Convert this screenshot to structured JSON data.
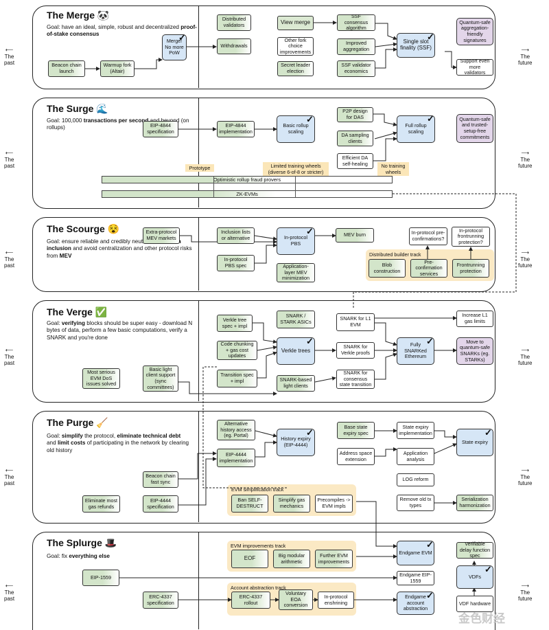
{
  "side_labels": {
    "past": "The\npast",
    "future": "The\nfuture"
  },
  "sections": [
    {
      "id": "merge",
      "title": "The Merge",
      "emoji": "🐼",
      "goal_parts": [
        {
          "t": "Goal: have an ideal, simple, robust and decentralized "
        },
        {
          "t": "proof-of-stake consensus",
          "b": true
        }
      ]
    },
    {
      "id": "surge",
      "title": "The Surge",
      "emoji": "🌊",
      "goal_parts": [
        {
          "t": "Goal: 100,000 "
        },
        {
          "t": "transactions per second",
          "b": true
        },
        {
          "t": " and beyond (on rollups)"
        }
      ]
    },
    {
      "id": "scourge",
      "title": "The Scourge",
      "emoji": "😵",
      "goal_parts": [
        {
          "t": "Goal: ensure reliable and credibly neutral "
        },
        {
          "t": "transaction inclusion",
          "b": true
        },
        {
          "t": " and avoid centralization and other protocol risks from "
        },
        {
          "t": "MEV",
          "b": true
        }
      ]
    },
    {
      "id": "verge",
      "title": "The Verge",
      "emoji": "✅",
      "goal_parts": [
        {
          "t": "Goal: "
        },
        {
          "t": "verifying",
          "b": true
        },
        {
          "t": " blocks should be super easy - download N bytes of data, perform a few basic computations, verify a SNARK and you're done"
        }
      ]
    },
    {
      "id": "purge",
      "title": "The Purge",
      "emoji": "🧹",
      "goal_parts": [
        {
          "t": "Goal: "
        },
        {
          "t": "simplify",
          "b": true
        },
        {
          "t": " the protocol, "
        },
        {
          "t": "eliminate technical debt",
          "b": true
        },
        {
          "t": " and "
        },
        {
          "t": "limit costs",
          "b": true
        },
        {
          "t": " of participating in the network by clearing old history"
        }
      ]
    },
    {
      "id": "splurge",
      "title": "The Splurge",
      "emoji": "🎩",
      "goal_parts": [
        {
          "t": "Goal: fix "
        },
        {
          "t": "everything else",
          "b": true
        }
      ]
    }
  ],
  "nodes": {
    "merge_beacon": "Beacon chain launch",
    "merge_warmup": "Warmup fork (Altair)",
    "merge_merge": "Merge!\nNo more\nPoW",
    "merge_distval": "Distributed validators",
    "merge_withdrawals": "Withdrawals",
    "merge_viewmerge": "View merge",
    "merge_otherfork": "Other fork choice improvements",
    "merge_secretleader": "Secret leader election",
    "merge_ssfcons": "SSF consensus algorithm",
    "merge_improvedagg": "Improved aggregation",
    "merge_ssfecon": "SSF validator economics",
    "merge_ssf": "Single slot finality (SSF)",
    "merge_qsagg": "Quantum-safe aggregation-friendly signatures",
    "merge_moreval": "Support even more validators",
    "surge_eip4844spec": "EIP-4844 specification",
    "surge_eip4844impl": "EIP-4844 implementation",
    "surge_basic": "Basic rollup scaling",
    "surge_p2p": "P2P design for DAS",
    "surge_dasclients": "DA sampling clients",
    "surge_effda": "Efficient DA self-healing",
    "surge_full": "Full rollup scaling",
    "surge_qstrusted": "Quantum-safe and trusted-setup-free commitments",
    "surge_prototype": "Prototype",
    "surge_limited": "Limited training wheels\n(diverse 6-of-8 or stricter)",
    "surge_notraining": "No training\nwheels",
    "surge_fraud": "Optimistic rollup fraud provers",
    "surge_zkevm": "ZK-EVMs",
    "scourge_extra": "Extra-protocol MEV markets",
    "scourge_inclusion": "Inclusion lists or alternative",
    "scourge_pbsspec": "In-protocol PBS spec",
    "scourge_pbs": "In-protocol PBS",
    "scourge_applayer": "Application-layer MEV minimization",
    "scourge_mevburn": "MEV burn",
    "scourge_track": "Distributed builder track",
    "scourge_blob": "Blob construction",
    "scourge_preconf": "Pre-confirmation services",
    "scourge_frontrun": "Frontrunning protection",
    "scourge_inpreconf": "In-protocol pre-confirmations?",
    "scourge_infrontrun": "In-protocol frontrunning protection?",
    "verge_verkle_spec": "Verkle tree spec + impl",
    "verge_codechunk": "Code chunking + gas cost updates",
    "verge_transition": "Transition spec + impl",
    "verge_snarkasic": "SNARK / STARK ASICs",
    "verge_verkle": "Verkle trees",
    "verge_snarklight": "SNARK-based light clients",
    "verge_snarkl1": "SNARK for L1 EVM",
    "verge_snarkverkle": "SNARK for Verkle proofs",
    "verge_snarkcons": "SNARK for consensus state transition",
    "verge_full": "Fully SNARKed Ethereum",
    "verge_increase": "Increase L1 gas limits",
    "verge_qsnark": "Move to quantum-safe SNARKs (eg. STARKs)",
    "verge_dos": "Most serious EVM DoS issues solved",
    "verge_basiclight": "Basic light client support (sync committees)",
    "purge_althist": "Alternative history access (eg. Portal)",
    "purge_eip4444impl": "EIP-4444 implementation",
    "purge_histexp": "History expiry (EIP-4444)",
    "purge_basestate": "Base state expiry spec",
    "purge_addrspace": "Address space extension",
    "purge_stexpimpl": "State expiry implementation",
    "purge_appanal": "Application analysis",
    "purge_stexp": "State expiry",
    "purge_log": "LOG reform",
    "purge_removeold": "Remove old tx types",
    "purge_serial": "Serialization harmonization",
    "purge_beaconfast": "Beacon chain fast sync",
    "purge_eip4444spec": "EIP-4444 specification",
    "purge_gasref": "Eliminate most gas refunds",
    "purge_track": "EVM simplification track",
    "purge_bansd": "Ban SELF-DESTRUCT",
    "purge_simpgas": "Simplify gas mechanics",
    "purge_precomp": "Precompiles -> EVM impls",
    "splurge_track1": "EVM improvements track",
    "splurge_eof": "EOF",
    "splurge_bigmod": "Big modular arithmetic",
    "splurge_further": "Further EVM improvements",
    "splurge_endevm": "Endgame EVM",
    "splurge_eip1559": "EIP-1559",
    "splurge_endeip1559": "Endgame EIP-1559",
    "splurge_vdfspec": "Verifiable delay function spec",
    "splurge_vdfs": "VDFs",
    "splurge_vdfhw": "VDF hardware",
    "splurge_erc4337": "ERC-4337 specification",
    "splurge_track2": "Account abstraction track",
    "splurge_erc4337r": "ERC-4337 rollout",
    "splurge_voluntary": "Voluntary EOA conversion",
    "splurge_inprot": "In-protocol enshrining",
    "splurge_endaa": "Endgame account abstraction"
  },
  "watermark": "金色财经",
  "colors": {
    "done": "#d3e5ca",
    "planned": "#d6e6f6",
    "research": "#e3d6ea",
    "track": "#fbe9c4"
  }
}
